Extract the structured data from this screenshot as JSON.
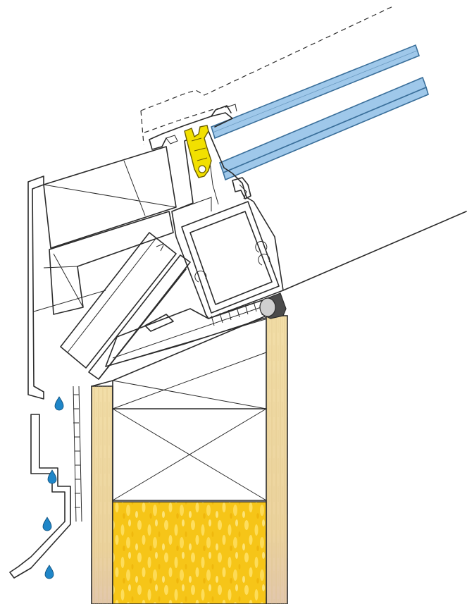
{
  "figure": {
    "kind": "roof eaves / lean-to glazing bar cross-section",
    "elements": [
      "glazing-panel-upper",
      "glazing-panel-lower",
      "glazing-gasket",
      "rafter-profile",
      "eaves-beam",
      "fascia-board",
      "gutter",
      "timber-wall-frame",
      "insulation",
      "foam-seal",
      "water-drops"
    ]
  },
  "colors": {
    "glass": "#9fc8ea",
    "glass_edge": "#3a6f9a",
    "timber": "#efd9a1",
    "timber_grain": "#dcc283",
    "timber_base": "#e3c9ae",
    "insulation": "#f6c518",
    "insulation_light": "#ffe36a",
    "gasket": "#f2e000",
    "seal": "#4b4b4b",
    "drop": "#1f86c8",
    "line": "#2b2b2b"
  },
  "water_drops": 4
}
